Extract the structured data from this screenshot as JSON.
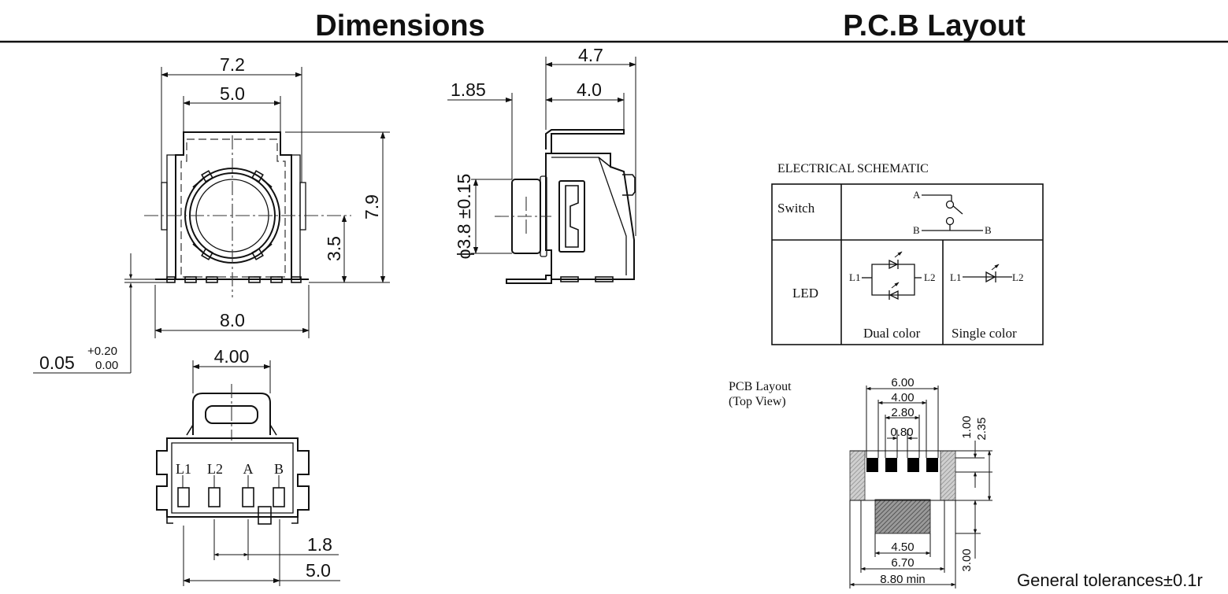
{
  "titles": {
    "dimensions": "Dimensions",
    "pcb_layout": "P.C.B Layout"
  },
  "front_view": {
    "width_top": "7.2",
    "width_inner": "5.0",
    "height": "7.9",
    "center_height": "3.5",
    "width_base": "8.0",
    "standoff": "0.05",
    "standoff_tol_plus": "+0.20",
    "standoff_tol_minus": "0.00"
  },
  "side_view": {
    "depth_total": "4.7",
    "depth_body": "4.0",
    "knob_protrusion": "1.85",
    "knob_diameter": "ϕ3.8 ±0.15"
  },
  "bottom_view": {
    "tab_width": "4.00",
    "pin_labels": [
      "L1",
      "L2",
      "A",
      "B"
    ],
    "pitch": "1.8",
    "span": "5.0"
  },
  "schematic": {
    "heading": "ELECTRICAL SCHEMATIC",
    "row_switch": "Switch",
    "row_led": "LED",
    "terminal_a": "A",
    "terminal_b": "B",
    "terminal_l1": "L1",
    "terminal_l2": "L2",
    "dual_color": "Dual color",
    "single_color": "Single color"
  },
  "pcb": {
    "label_line1": "PCB Layout",
    "label_line2": "(Top View)",
    "dims_horizontal": [
      "6.00",
      "4.00",
      "2.80",
      "0.80",
      "4.50",
      "6.70",
      "8.80 min"
    ],
    "dims_vertical": [
      "1.00",
      "2.35",
      "3.00"
    ]
  },
  "footer": {
    "tolerance": "General tolerances±0.1r"
  }
}
